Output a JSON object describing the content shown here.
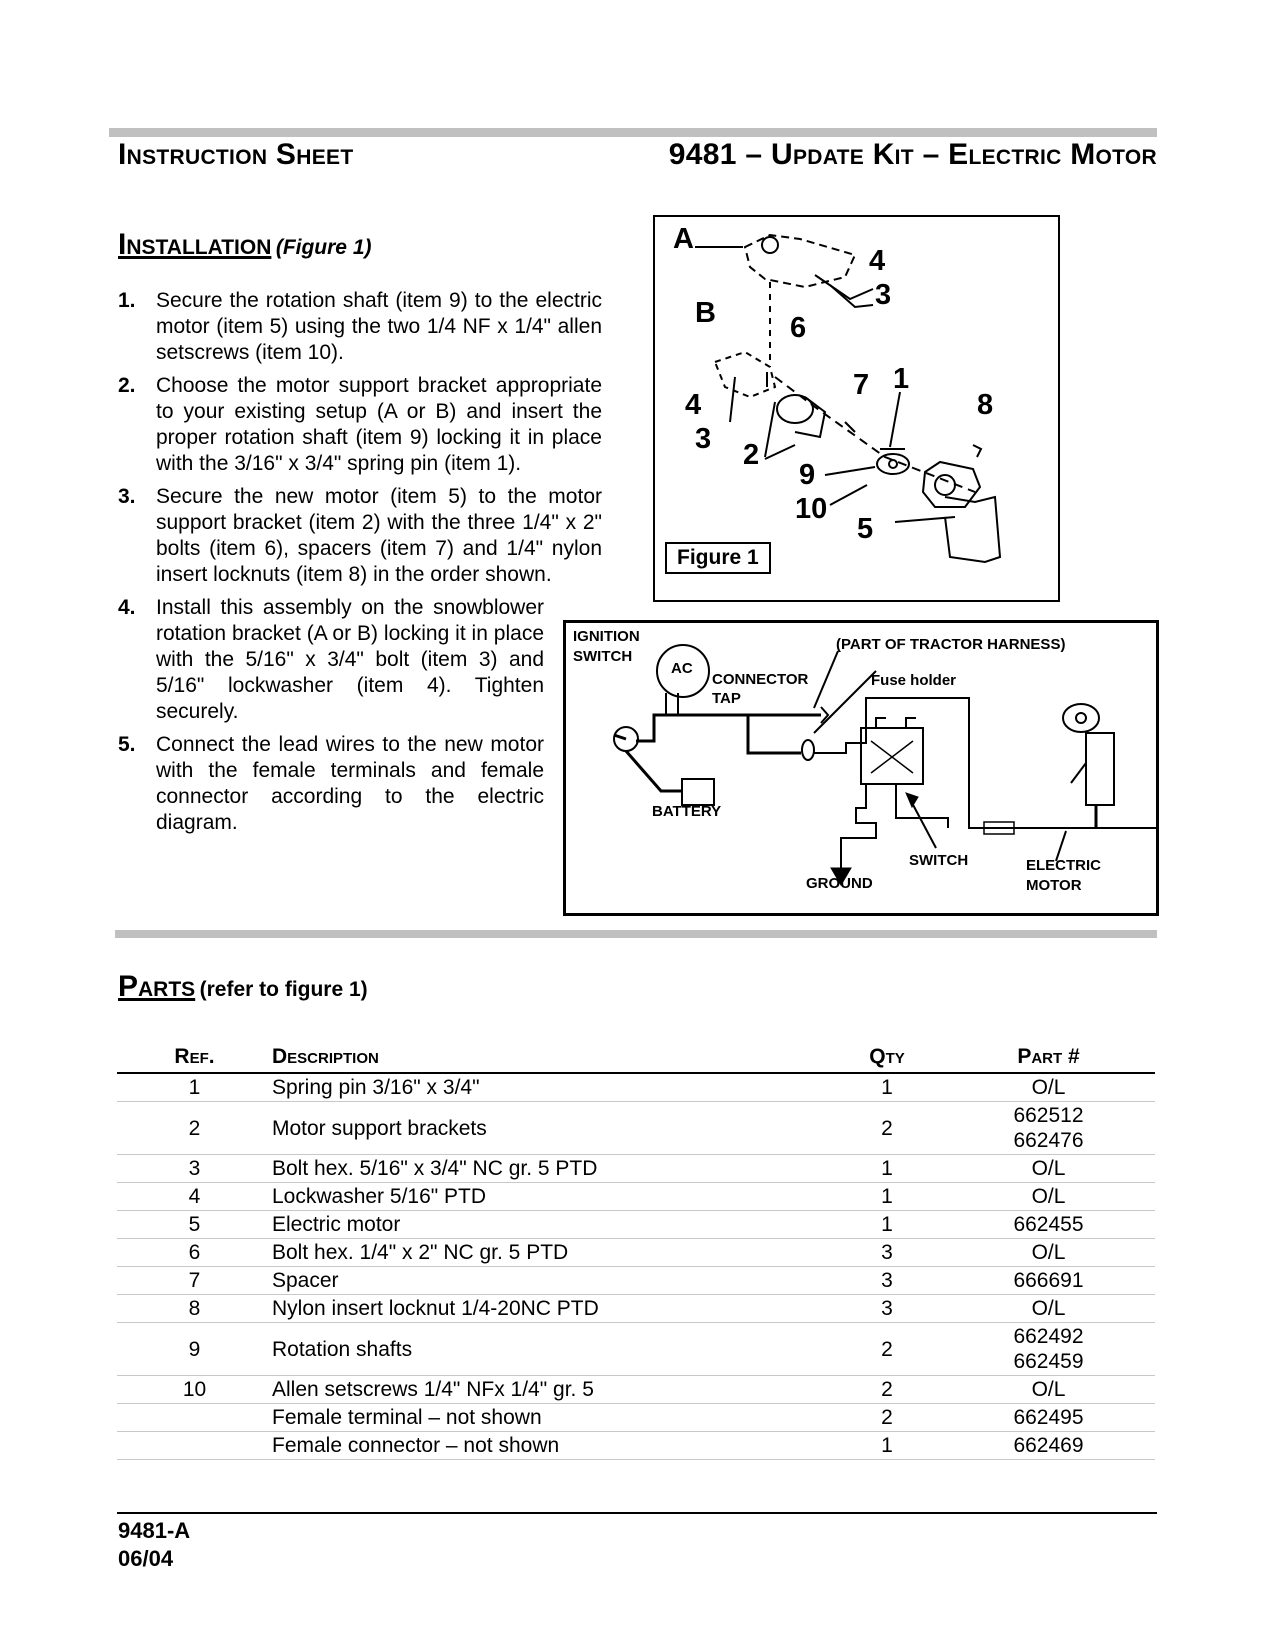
{
  "header": {
    "left": "Instruction Sheet",
    "right": "9481 – Update Kit – Electric Motor"
  },
  "installation": {
    "title": "Installation",
    "subtitle": "(Figure 1)",
    "steps": [
      {
        "num": "1.",
        "text": "Secure the rotation shaft (item 9) to the electric motor (item 5) using the two 1/4 NF x 1/4\" allen setscrews (item 10)."
      },
      {
        "num": "2.",
        "text": "Choose the motor support bracket appropriate to your existing setup (A or B) and insert the proper rotation shaft (item 9) locking it in place with the 3/16\" x 3/4\" spring pin (item 1)."
      },
      {
        "num": "3.",
        "text": "Secure the new motor (item 5) to the motor support bracket (item 2) with the three 1/4\" x 2\" bolts (item 6), spacers (item 7) and 1/4\" nylon insert locknuts (item 8) in the order shown."
      },
      {
        "num": "4.",
        "text": "Install this assembly on the snowblower rotation bracket (A or B) locking it in place with the 5/16\" x 3/4\" bolt (item 3) and 5/16\" lockwasher (item 4). Tighten securely."
      },
      {
        "num": "5.",
        "text": "Connect the lead wires to the new motor with the female terminals and female connector according to the electric diagram."
      }
    ]
  },
  "figure1": {
    "caption": "Figure 1",
    "labels": [
      "A",
      "4",
      "3",
      "B",
      "6",
      "7",
      "1",
      "4",
      "8",
      "3",
      "2",
      "9",
      "10",
      "5"
    ]
  },
  "wiring": {
    "ignition_switch": [
      "IGNITION",
      "SWITCH"
    ],
    "ac": "AC",
    "connector_tap": [
      "CONNECTOR",
      "TAP"
    ],
    "harness": "(PART OF TRACTOR HARNESS)",
    "fuse_holder": "Fuse holder",
    "battery": "BATTERY",
    "switch": "SWITCH",
    "ground": "GROUND",
    "electric_motor": [
      "ELECTRIC",
      "MOTOR"
    ]
  },
  "parts": {
    "title": "Parts",
    "subtitle": "(refer to figure 1)",
    "columns": [
      "Ref.",
      "Description",
      "Qty",
      "Part #"
    ],
    "rows": [
      {
        "ref": "1",
        "desc": "Spring pin 3/16\" x 3/4\"",
        "qty": "1",
        "part": [
          "O/L"
        ]
      },
      {
        "ref": "2",
        "desc": "Motor support brackets",
        "qty": "2",
        "part": [
          "662512",
          "662476"
        ]
      },
      {
        "ref": "3",
        "desc": "Bolt hex. 5/16\" x 3/4\" NC gr. 5 PTD",
        "qty": "1",
        "part": [
          "O/L"
        ]
      },
      {
        "ref": "4",
        "desc": "Lockwasher 5/16\" PTD",
        "qty": "1",
        "part": [
          "O/L"
        ]
      },
      {
        "ref": "5",
        "desc": "Electric motor",
        "qty": "1",
        "part": [
          "662455"
        ]
      },
      {
        "ref": "6",
        "desc": "Bolt hex. 1/4\" x 2\" NC gr. 5 PTD",
        "qty": "3",
        "part": [
          "O/L"
        ]
      },
      {
        "ref": "7",
        "desc": "Spacer",
        "qty": "3",
        "part": [
          "666691"
        ]
      },
      {
        "ref": "8",
        "desc": "Nylon insert locknut 1/4-20NC PTD",
        "qty": "3",
        "part": [
          "O/L"
        ]
      },
      {
        "ref": "9",
        "desc": "Rotation shafts",
        "qty": "2",
        "part": [
          "662492",
          "662459"
        ]
      },
      {
        "ref": "10",
        "desc": "Allen setscrews 1/4\" NFx 1/4\" gr. 5",
        "qty": "2",
        "part": [
          "O/L"
        ]
      },
      {
        "ref": "",
        "desc": "Female terminal – not shown",
        "qty": "2",
        "part": [
          "662495"
        ]
      },
      {
        "ref": "",
        "desc": "Female connector – not shown",
        "qty": "1",
        "part": [
          "662469"
        ]
      }
    ]
  },
  "footer": {
    "code": "9481-A",
    "date": "06/04"
  }
}
